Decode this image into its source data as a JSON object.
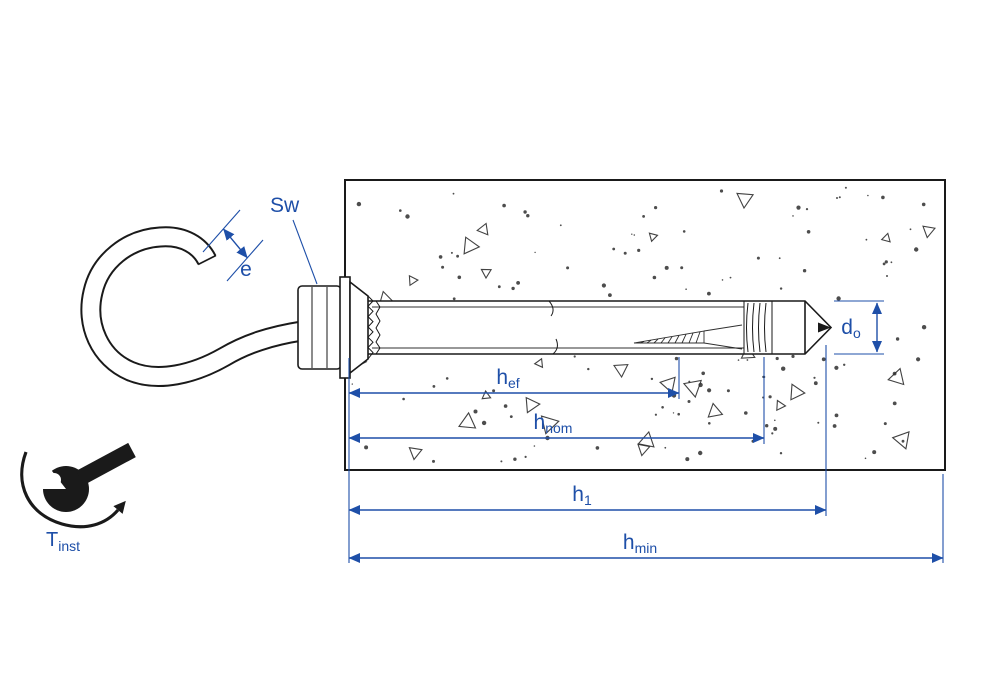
{
  "colors": {
    "dimension": "#1e4fa8",
    "drawing": "#1a1a1a",
    "speckle": "#2e2e2e"
  },
  "labels": {
    "sw": "Sw",
    "e": "e",
    "hef": {
      "main": "h",
      "sub": "ef"
    },
    "hnom": {
      "main": "h",
      "sub": "nom"
    },
    "h1": {
      "main": "h",
      "sub": "1"
    },
    "hmin": {
      "main": "h",
      "sub": "min"
    },
    "do": {
      "main": "d",
      "sub": "o"
    },
    "tinst": {
      "main": "T",
      "sub": "inst"
    }
  }
}
